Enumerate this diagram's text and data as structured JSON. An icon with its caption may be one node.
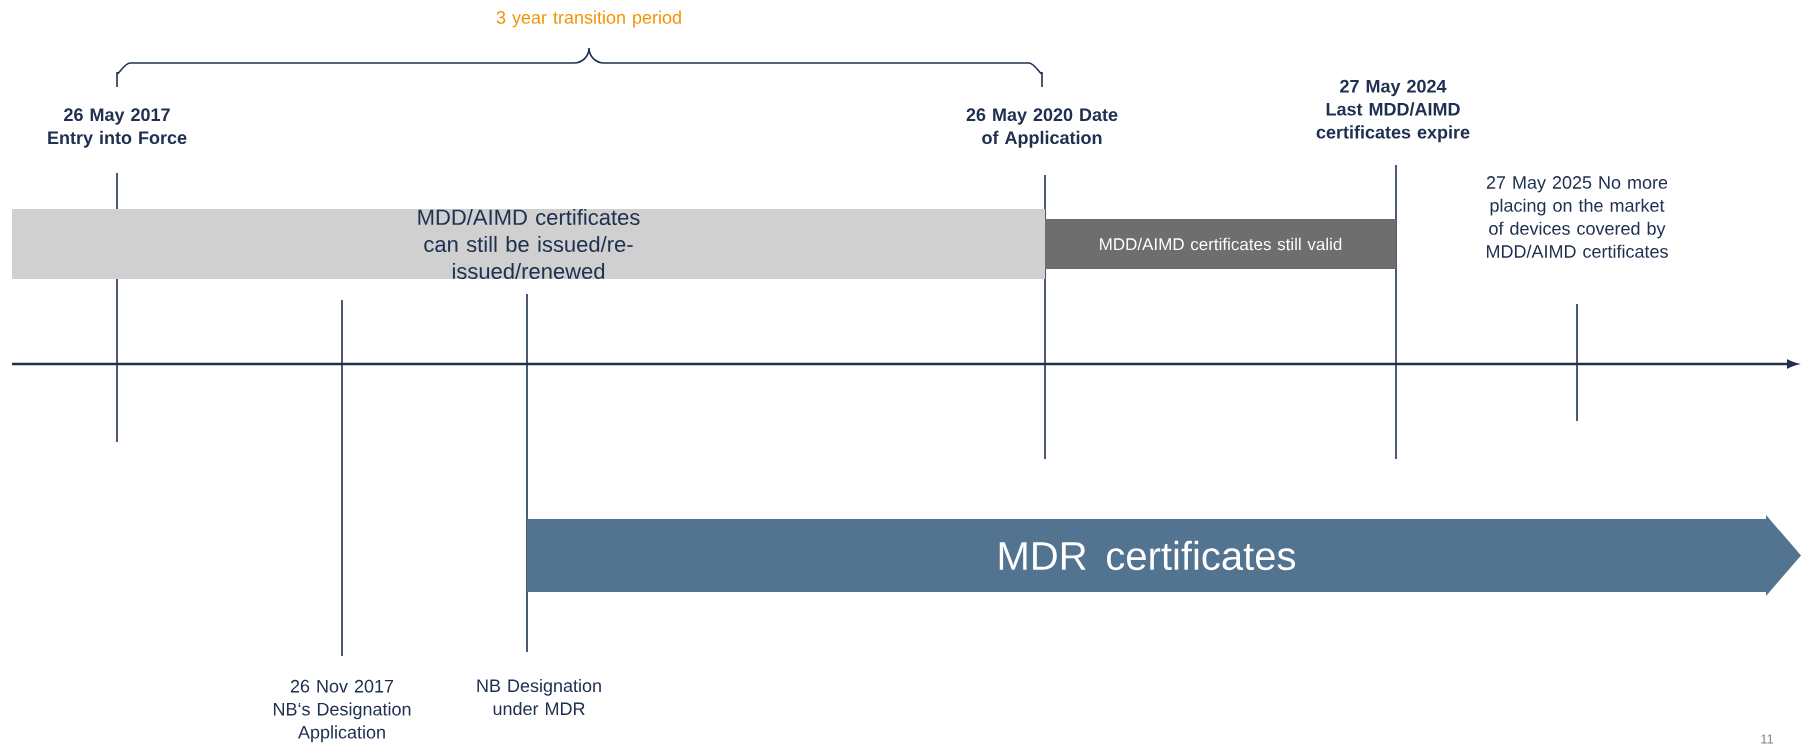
{
  "diagram": {
    "nodes": [
      {
        "text": [
          "MDD/AIMD certificates can still be issued/re-issued/renewed"
        ]
      },
      {
        "text": [
          "MDD/AIMD certificates still valid"
        ]
      },
      {
        "text": [
          "MDR certificates"
        ]
      }
    ],
    "labels": [
      "3 year transition period",
      "26 May 2017 Entry into Force",
      "26 May 2020 Date of Application",
      "27 May 2024 Last MDD/AIMD certificates expire",
      "27 May 2025 No more placing on the market of devices covered by MDD/AIMD certificates",
      "26 Nov 2017 NB‘s Designation Application",
      "NB Designation under MDR",
      "11"
    ]
  }
}
